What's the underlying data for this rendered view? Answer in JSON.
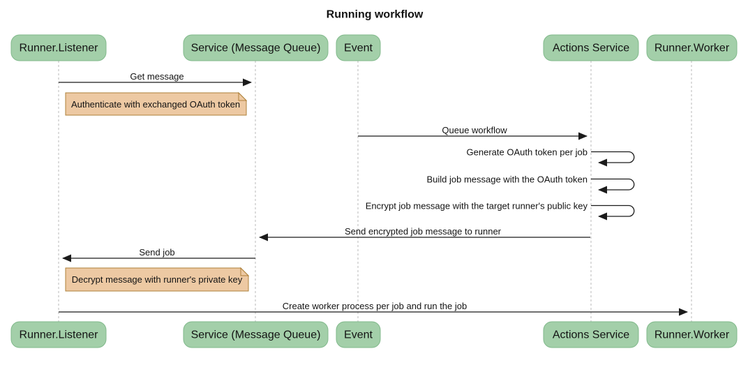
{
  "title": "Running workflow",
  "diagram_type": "sequence",
  "colors": {
    "actor_fill": "#A3CFA9",
    "actor_border": "#81B98B",
    "note_fill": "#EDC9A3",
    "note_border": "#AE8038",
    "lifeline_color": "#B9B9B9",
    "message_color": "#1B1B1B",
    "text_color": "#131313"
  },
  "actors": [
    {
      "label": "Runner.Listener"
    },
    {
      "label": "Service (Message Queue)"
    },
    {
      "label": "Event"
    },
    {
      "label": "Actions Service"
    },
    {
      "label": "Runner.Worker"
    }
  ],
  "messages": [
    {
      "label": "Get message",
      "from": "Runner.Listener",
      "to": "Service (Message Queue)",
      "self": false
    },
    {
      "label": "Queue workflow",
      "from": "Event",
      "to": "Actions Service",
      "self": false
    },
    {
      "label": "Generate OAuth token per job",
      "from": "Actions Service",
      "to": "Actions Service",
      "self": true
    },
    {
      "label": "Build job message with the OAuth token",
      "from": "Actions Service",
      "to": "Actions Service",
      "self": true
    },
    {
      "label": "Encrypt job message with the target runner's public key",
      "from": "Actions Service",
      "to": "Actions Service",
      "self": true
    },
    {
      "label": "Send encrypted job message to runner",
      "from": "Actions Service",
      "to": "Service (Message Queue)",
      "self": false
    },
    {
      "label": "Send job",
      "from": "Service (Message Queue)",
      "to": "Runner.Listener",
      "self": false
    },
    {
      "label": "Create worker process per job and run the job",
      "from": "Runner.Listener",
      "to": "Runner.Worker",
      "self": false
    }
  ],
  "notes": [
    {
      "label": "Authenticate with exchanged OAuth token",
      "position": "right of Runner.Listener"
    },
    {
      "label": "Decrypt message with runner's private key",
      "position": "right of Runner.Listener"
    }
  ]
}
